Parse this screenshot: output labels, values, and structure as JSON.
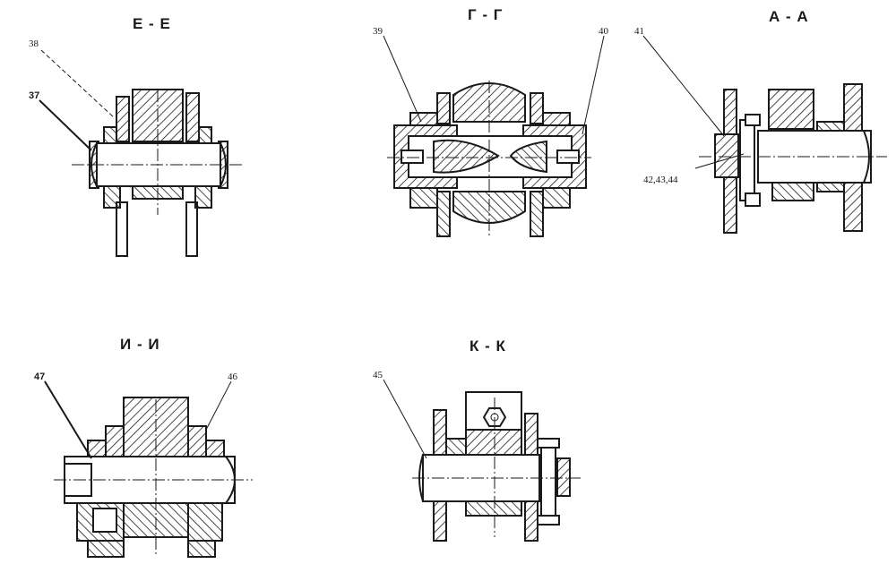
{
  "sections": {
    "e": {
      "title": "Е - Е",
      "callouts": [
        "38",
        "37"
      ]
    },
    "g": {
      "title": "Г - Г",
      "callouts": [
        "39",
        "40"
      ]
    },
    "a": {
      "title": "А - А",
      "callouts": [
        "41",
        "42,43,44"
      ]
    },
    "i": {
      "title": "И - И",
      "callouts": [
        "47",
        "46"
      ]
    },
    "k": {
      "title": "К - К",
      "callouts": [
        "45"
      ]
    }
  }
}
